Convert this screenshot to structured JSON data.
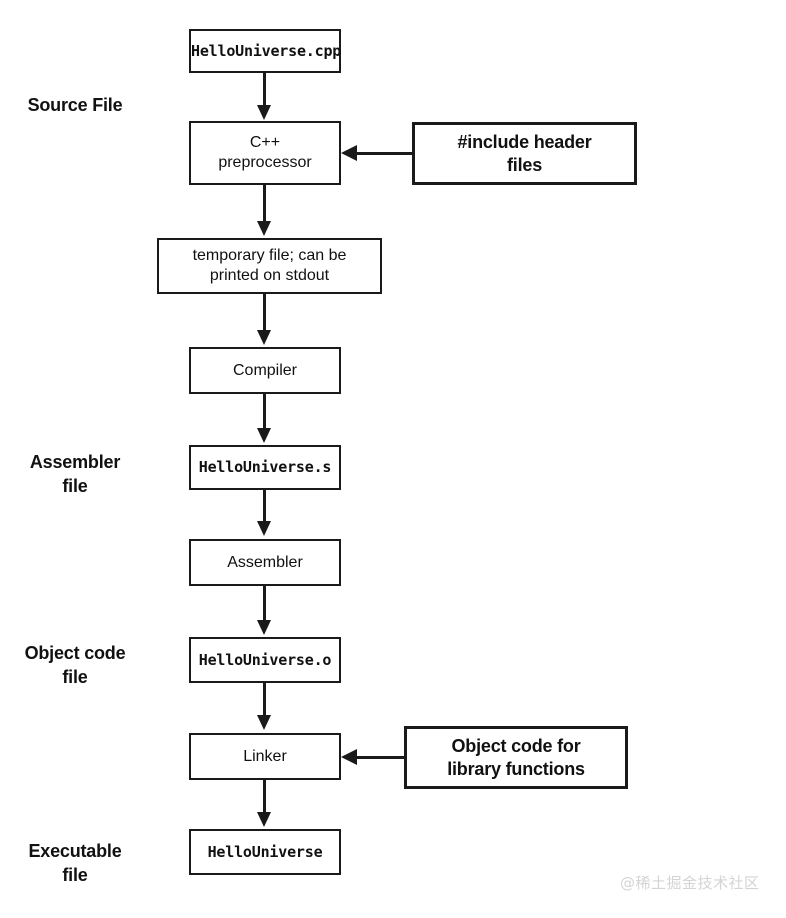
{
  "diagram": {
    "title_semantic": "cpp-build-pipeline-flowchart",
    "stage_captions": [
      {
        "id": "source-file",
        "text": "Source File"
      },
      {
        "id": "assembler-file",
        "text": "Assembler\nfile"
      },
      {
        "id": "object-code",
        "text": "Object code\nfile"
      },
      {
        "id": "executable",
        "text": "Executable\nfile"
      }
    ],
    "pipeline": [
      {
        "id": "source",
        "label": "HelloUniverse.cpp",
        "style": "mono"
      },
      {
        "id": "preprocessor",
        "label": "C++\npreprocessor",
        "style": "sans"
      },
      {
        "id": "temp-file",
        "label": "temporary file; can be\nprinted on stdout",
        "style": "sans"
      },
      {
        "id": "compiler",
        "label": "Compiler",
        "style": "sans"
      },
      {
        "id": "asm-source",
        "label": "HelloUniverse.s",
        "style": "mono"
      },
      {
        "id": "assembler",
        "label": "Assembler",
        "style": "sans"
      },
      {
        "id": "object-file",
        "label": "HelloUniverse.o",
        "style": "mono"
      },
      {
        "id": "linker",
        "label": "Linker",
        "style": "sans"
      },
      {
        "id": "executable",
        "label": "HelloUniverse",
        "style": "mono"
      }
    ],
    "inputs": [
      {
        "id": "include-headers",
        "label": "#include header\nfiles",
        "target": "preprocessor"
      },
      {
        "id": "library-objects",
        "label": "Object code for\nlibrary functions",
        "target": "linker"
      }
    ],
    "watermark": "@稀土掘金技术社区",
    "colors": {
      "stroke": "#1a1a1a",
      "text": "#111111",
      "background": "#ffffff",
      "watermark": "#d4d4d4"
    }
  }
}
